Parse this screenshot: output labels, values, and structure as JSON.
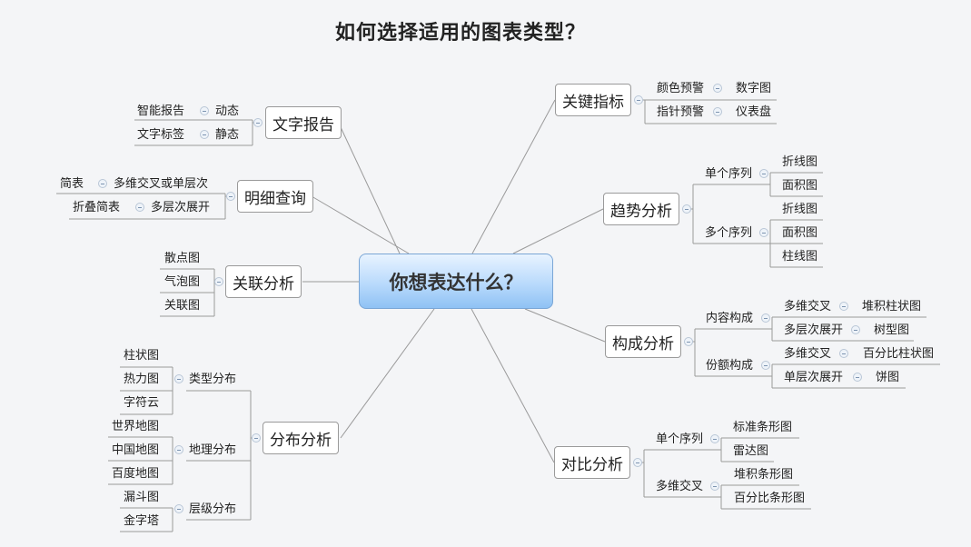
{
  "title": "如何选择适用的图表类型？",
  "center": "你想表达什么？",
  "topics": {
    "text_report": "文字报告",
    "detail_query": "明细查询",
    "correlation": "关联分析",
    "distribution": "分布分析",
    "key_metric": "关键指标",
    "trend": "趋势分析",
    "composition": "构成分析",
    "comparison": "对比分析"
  },
  "text_report": {
    "items": [
      {
        "label": "智能报告",
        "type": "动态"
      },
      {
        "label": "文字标签",
        "type": "静态"
      }
    ]
  },
  "detail_query": {
    "items": [
      {
        "label": "简表",
        "type": "多维交叉或单层次"
      },
      {
        "label": "折叠简表",
        "type": "多层次展开"
      }
    ]
  },
  "correlation": {
    "items": [
      "散点图",
      "气泡图",
      "关联图"
    ]
  },
  "distribution": {
    "groups": [
      {
        "label": "类型分布",
        "items": [
          "柱状图",
          "热力图",
          "字符云"
        ]
      },
      {
        "label": "地理分布",
        "items": [
          "世界地图",
          "中国地图",
          "百度地图"
        ]
      },
      {
        "label": "层级分布",
        "items": [
          "漏斗图",
          "金字塔"
        ]
      }
    ]
  },
  "key_metric": {
    "items": [
      {
        "label": "颜色预警",
        "chart": "数字图"
      },
      {
        "label": "指针预警",
        "chart": "仪表盘"
      }
    ]
  },
  "trend": {
    "groups": [
      {
        "label": "单个序列",
        "items": [
          "折线图",
          "面积图"
        ]
      },
      {
        "label": "多个序列",
        "items": [
          "折线图",
          "面积图",
          "柱线图"
        ]
      }
    ]
  },
  "composition": {
    "groups": [
      {
        "label": "内容构成",
        "items": [
          {
            "label": "多维交叉",
            "chart": "堆积柱状图"
          },
          {
            "label": "多层次展开",
            "chart": "树型图"
          }
        ]
      },
      {
        "label": "份额构成",
        "items": [
          {
            "label": "多维交叉",
            "chart": "百分比柱状图"
          },
          {
            "label": "单层次展开",
            "chart": "饼图"
          }
        ]
      }
    ]
  },
  "comparison": {
    "groups": [
      {
        "label": "单个序列",
        "items": [
          "标准条形图",
          "雷达图"
        ]
      },
      {
        "label": "多维交叉",
        "items": [
          "堆积条形图",
          "百分比条形图"
        ]
      }
    ]
  },
  "colors": {
    "background": "#f4f5f7",
    "center_fill": "#b9dafc",
    "center_border": "#7aa6d6",
    "line": "#9a9a9a",
    "toggle": "#b9c6d6"
  }
}
